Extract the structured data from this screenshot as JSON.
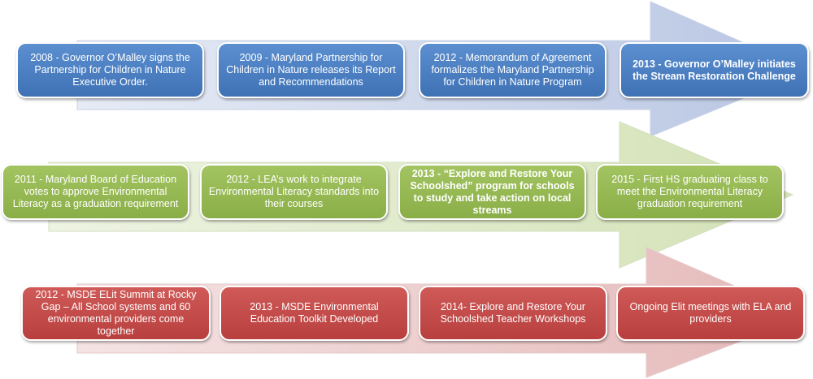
{
  "rows": [
    {
      "color": "#4a7ebf",
      "items": [
        "2008 - Governor O’Malley signs the Partnership for Children in Nature Executive Order.",
        "2009 - Maryland Partnership for Children in Nature releases its Report and Recommendations",
        "2012 - Memorandum of Agreement formalizes the Maryland Partnership for Children in Nature Program",
        "2013 - Governor O’Malley initiates the Stream Restoration Challenge"
      ]
    },
    {
      "color": "#93b552",
      "items": [
        "2011 - Maryland Board of Education votes to approve Environmental Literacy as a graduation requirement",
        "2012 - LEA’s work to integrate Environmental Literacy standards into their courses",
        "2013 - “Explore and Restore Your Schoolshed” program for schools to study and take action on local streams",
        "2015 - First HS graduating class to meet the Environmental Literacy graduation requirement"
      ]
    },
    {
      "color": "#c0504d",
      "items": [
        "2012 - MSDE ELit Summit at Rocky Gap – All School systems and 60 environmental providers come together",
        "2013 - MSDE Environmental Education Toolkit Developed",
        "2014- Explore and Restore Your Schoolshed Teacher Workshops",
        "Ongoing Elit meetings with ELA and providers"
      ]
    }
  ]
}
